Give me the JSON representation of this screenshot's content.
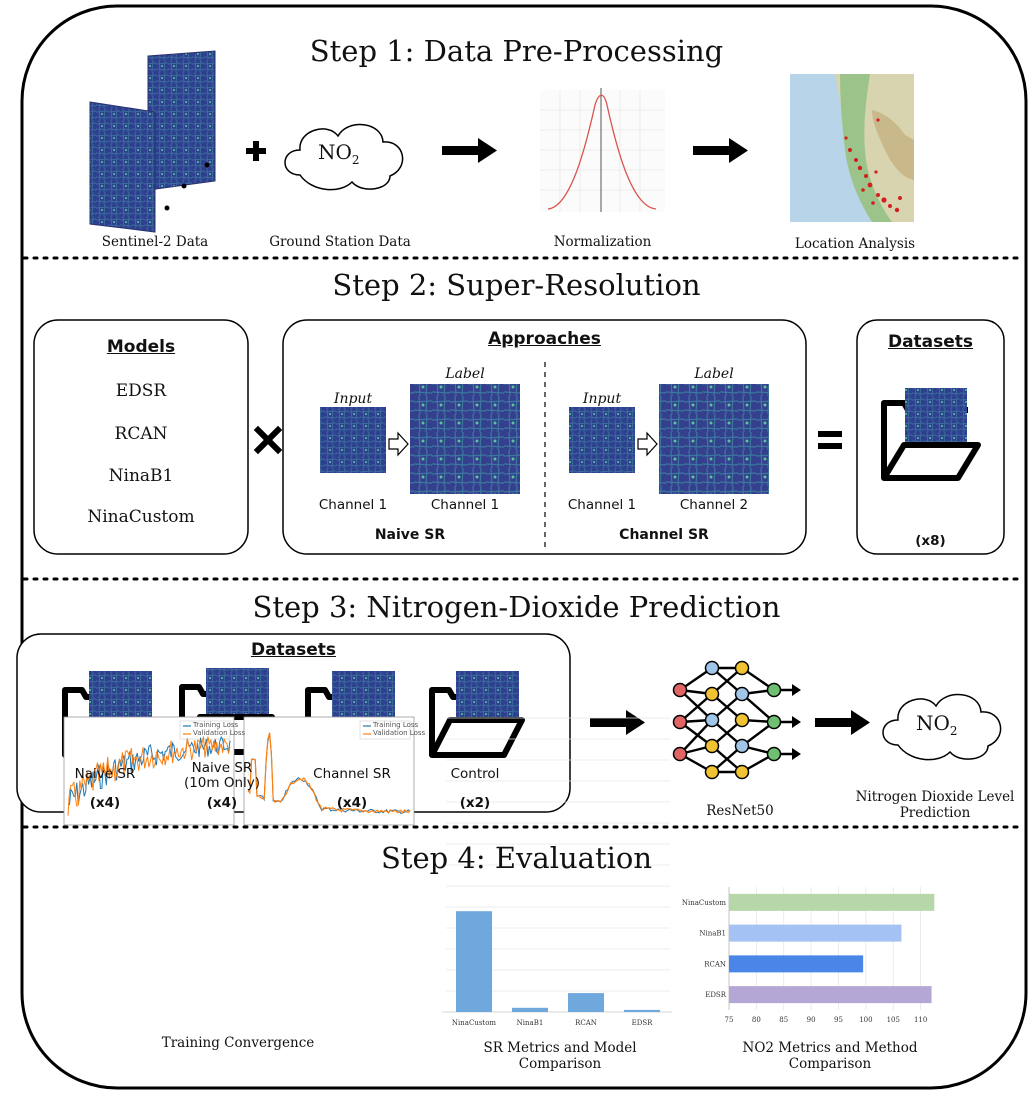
{
  "step1": {
    "title": "Step 1: Data Pre-Processing",
    "sentinel_label": "Sentinel-2 Data",
    "no2_main": "NO",
    "no2_sub": "2",
    "ground_label": "Ground Station Data",
    "norm_label": "Normalization",
    "location_label": "Location Analysis"
  },
  "step2": {
    "title": "Step 2: Super-Resolution",
    "models_head": "Models",
    "models": [
      "EDSR",
      "RCAN",
      "NinaB1",
      "NinaCustom"
    ],
    "approaches_head": "Approaches",
    "input_label": "Input",
    "label_label": "Label",
    "naive_in": "Channel 1",
    "naive_out": "Channel 1",
    "naive_name": "Naive SR",
    "channel_in": "Channel 1",
    "channel_out": "Channel 2",
    "channel_name": "Channel SR",
    "datasets_head": "Datasets",
    "datasets_mult": "(x8)"
  },
  "step3": {
    "title": "Step 3: Nitrogen-Dioxide Prediction",
    "datasets_head": "Datasets",
    "sets": [
      {
        "name": "Naive SR",
        "name2": "",
        "mult": "(x4)"
      },
      {
        "name": "Naive SR",
        "name2": "(10m Only)",
        "mult": "(x4)"
      },
      {
        "name": "Channel SR",
        "name2": "",
        "mult": "(x4)"
      },
      {
        "name": "Control",
        "name2": "",
        "mult": "(x2)"
      }
    ],
    "resnet_label": "ResNet50",
    "no2_main": "NO",
    "no2_sub": "2",
    "prediction_label_1": "Nitrogen Dioxide Level",
    "prediction_label_2": "Prediction"
  },
  "step4": {
    "title": "Step 4: Evaluation",
    "training_label": "Training Convergence",
    "legend_train": "Training Loss",
    "legend_val": "Validation Loss",
    "sr_label_1": "SR Metrics and Model",
    "sr_label_2": "Comparison",
    "no2_label_1": "NO2 Metrics and Method",
    "no2_label_2": "Comparison"
  },
  "chart_data": [
    {
      "type": "bar",
      "categories": [
        "NinaCustom",
        "NinaB1",
        "RCAN",
        "EDSR"
      ],
      "values": [
        48,
        2,
        9,
        1
      ],
      "ylim": [
        0,
        140
      ],
      "grid": true,
      "color": "#6fa8dc"
    },
    {
      "type": "bar",
      "orientation": "horizontal",
      "categories": [
        "NinaCustom",
        "NinaB1",
        "RCAN",
        "EDSR"
      ],
      "values": [
        112.5,
        106.5,
        99.5,
        112
      ],
      "ticks": [
        75,
        80,
        85,
        90,
        95,
        100,
        105,
        110
      ],
      "xlim": [
        75,
        115
      ],
      "colors": [
        "#b6d7a8",
        "#a4c2f4",
        "#4a86e8",
        "#b4a7d6"
      ]
    }
  ]
}
